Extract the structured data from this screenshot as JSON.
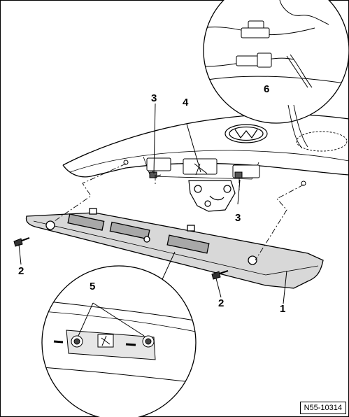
{
  "labels": {
    "part_1": "1",
    "part_2_left": "2",
    "part_2_right": "2",
    "part_3_left": "3",
    "part_3_right": "3",
    "part_4": "4",
    "part_5": "5",
    "part_6": "6"
  },
  "reference": "N55-10314"
}
